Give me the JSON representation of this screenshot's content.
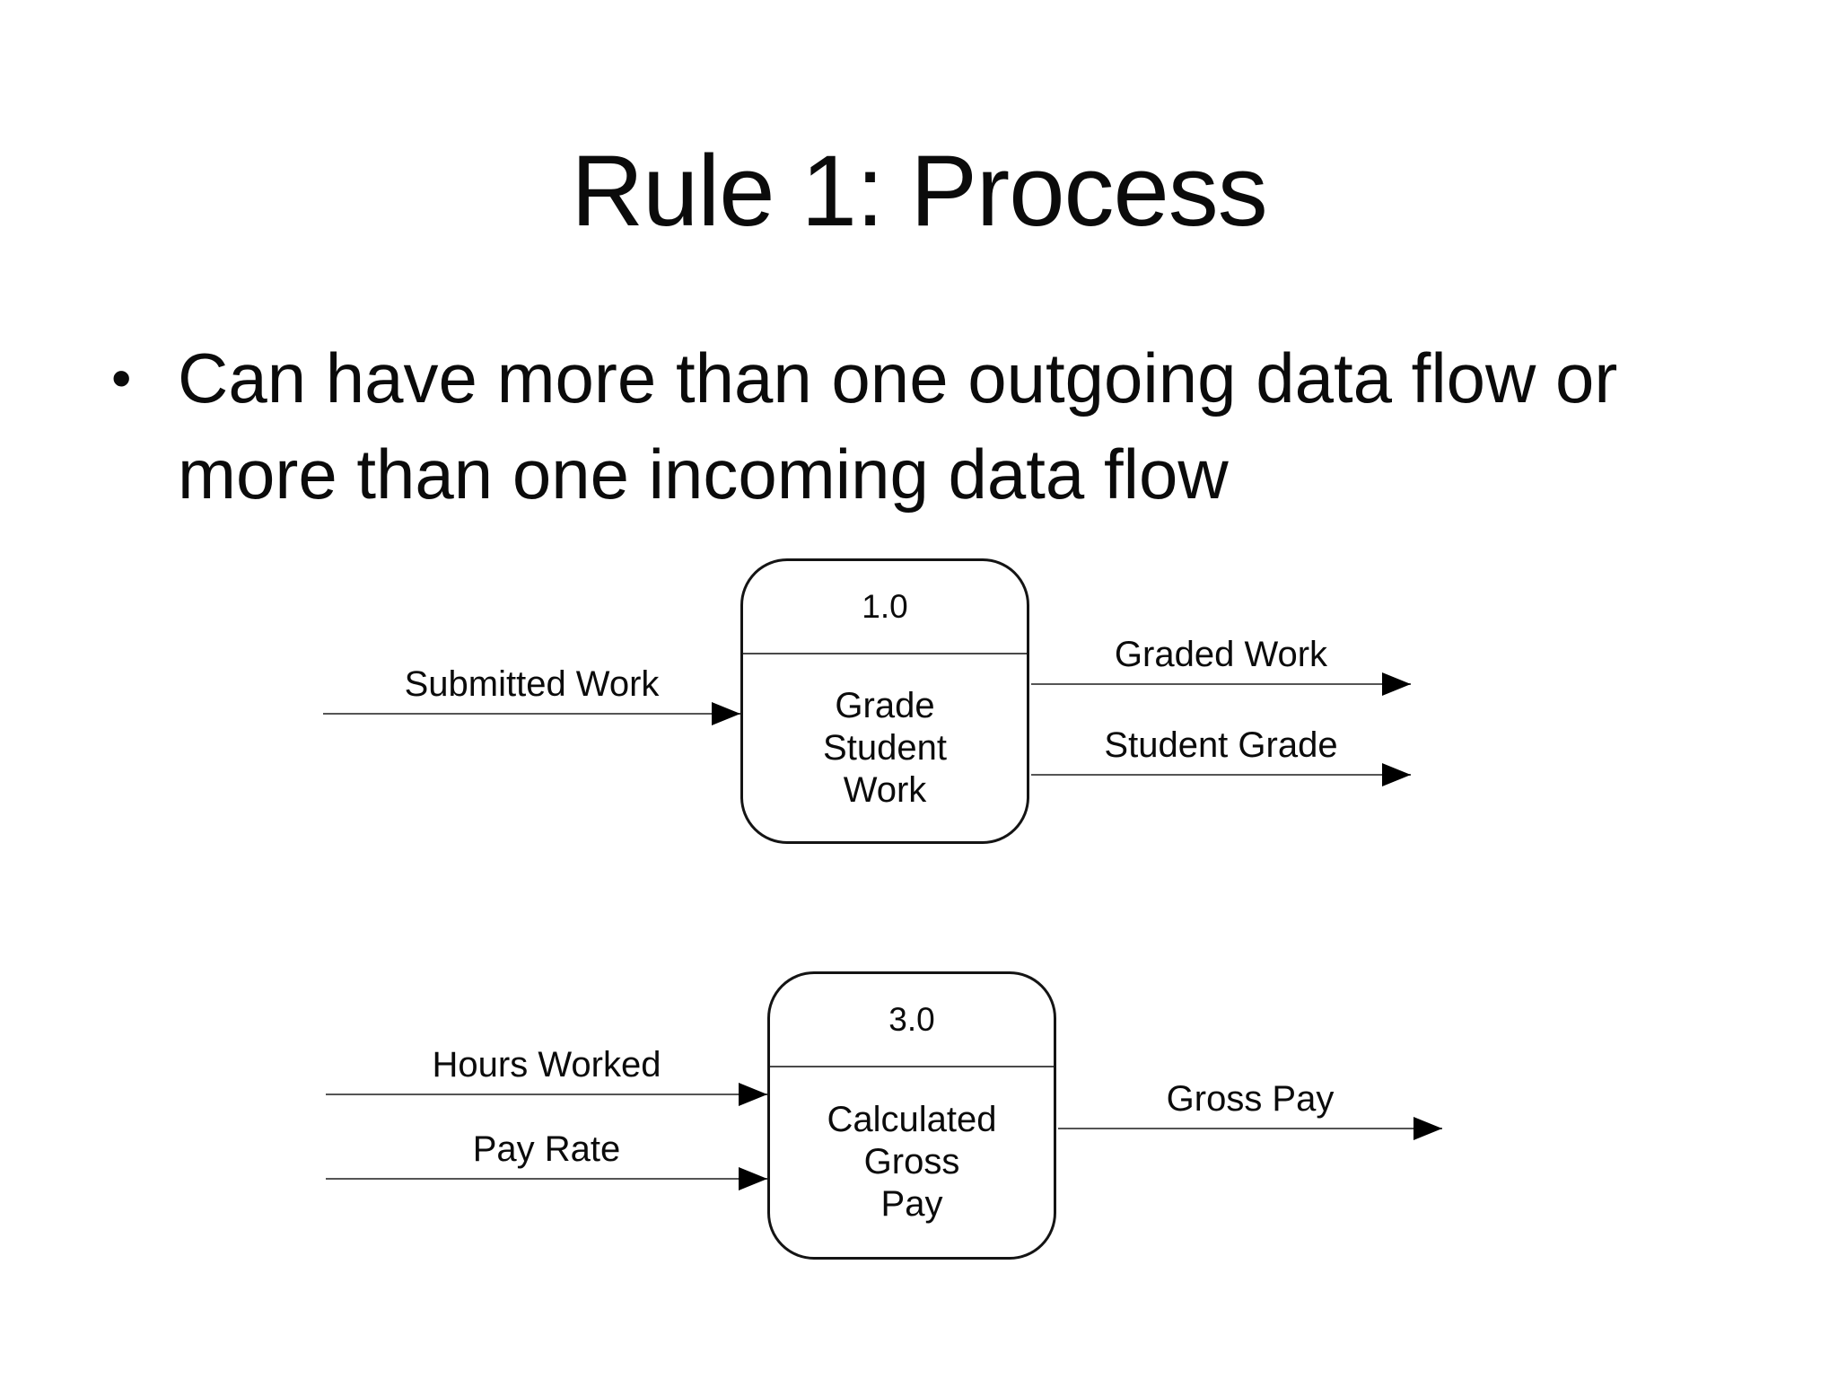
{
  "slide": {
    "title": "Rule 1: Process",
    "bullet_char": "•",
    "bullet_lines": [
      "Can have more than one outgoing data flow or",
      "more than one incoming data flow"
    ]
  },
  "diagrams": [
    {
      "process": {
        "number": "1.0",
        "name_lines": [
          "Grade",
          "Student",
          "Work"
        ]
      },
      "inputs": [
        {
          "label": "Submitted Work"
        }
      ],
      "outputs": [
        {
          "label": "Graded Work"
        },
        {
          "label": "Student Grade"
        }
      ]
    },
    {
      "process": {
        "number": "3.0",
        "name_lines": [
          "Calculated",
          "Gross",
          "Pay"
        ]
      },
      "inputs": [
        {
          "label": "Hours Worked"
        },
        {
          "label": "Pay Rate"
        }
      ],
      "outputs": [
        {
          "label": "Gross Pay"
        }
      ]
    }
  ],
  "colors": {
    "background": "#ffffff",
    "text": "#0b0b0b",
    "flow_line": "#555555",
    "arrowhead": "#000000",
    "box_border": "#141414"
  }
}
